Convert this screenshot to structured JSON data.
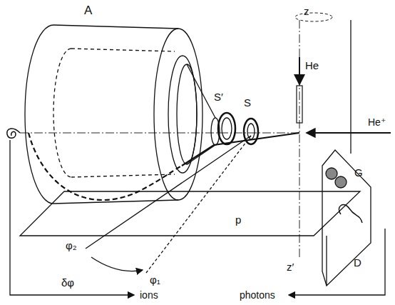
{
  "diagram": {
    "labels": [
      "A",
      "S′",
      "S",
      "z",
      "He",
      "He⁺",
      "G",
      "D",
      "z′",
      "p",
      "φ₂",
      "δφ",
      "φ₁",
      "ions",
      "photons"
    ]
  }
}
